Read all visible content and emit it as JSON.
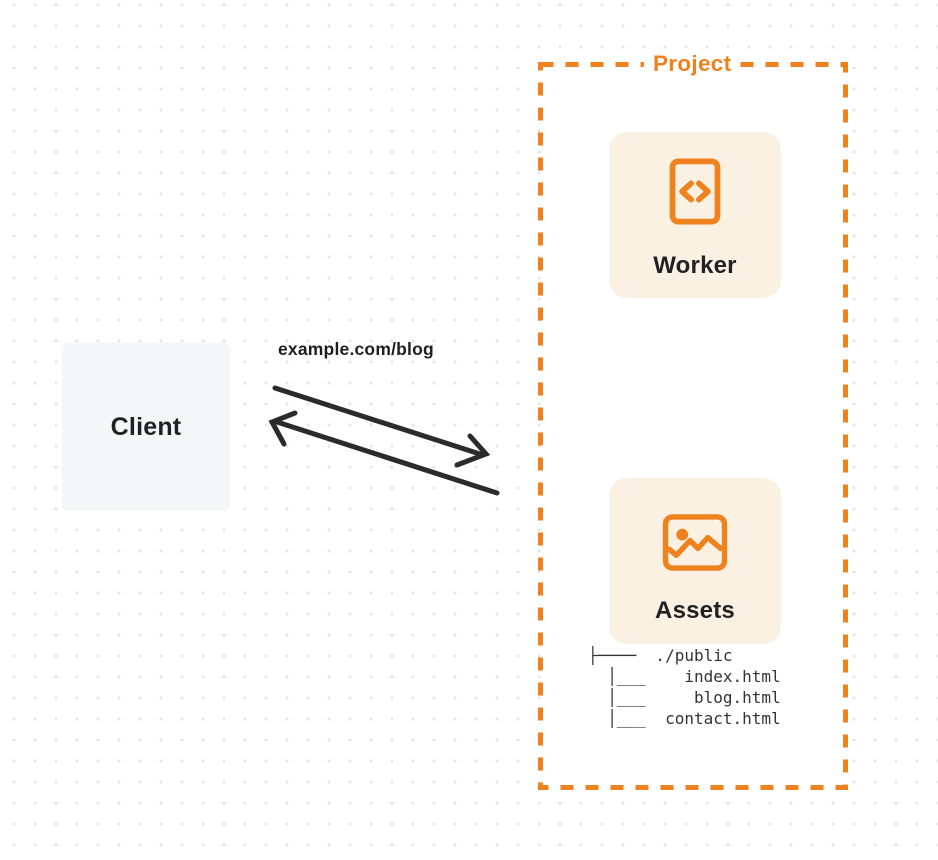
{
  "colors": {
    "accent": "#ED821F",
    "card_bg": "#FBF1E3",
    "client_bg": "#F5F6F7",
    "arrow": "#2B2B2B",
    "text_dark": "#1F2124",
    "tree_text": "#333333",
    "dot": "#E5E5E5"
  },
  "diagram": {
    "client": {
      "label": "Client"
    },
    "request": {
      "url_label": "example.com/blog"
    },
    "project": {
      "label": "Project",
      "worker": {
        "label": "Worker",
        "icon": "code-file-icon"
      },
      "assets": {
        "label": "Assets",
        "icon": "image-icon"
      },
      "file_tree": {
        "text": "├────  ./public\n  │___    index.html\n  │___     blog.html\n  │___  contact.html",
        "root": "./public",
        "files": [
          "index.html",
          "blog.html",
          "contact.html"
        ]
      }
    }
  }
}
